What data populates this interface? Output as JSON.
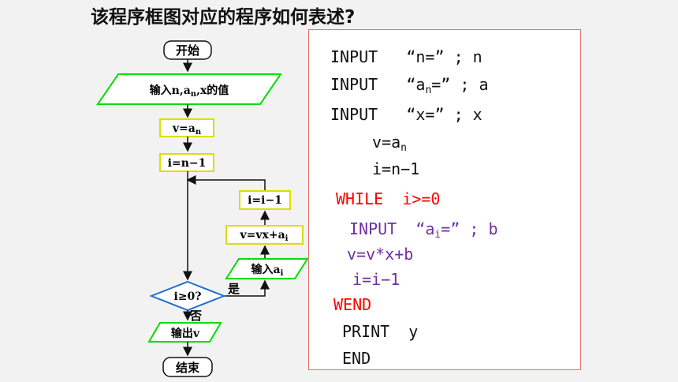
{
  "title": "该程序框图对应的程序如何表述?",
  "flowchart": {
    "start": "开始",
    "input_n": {
      "text": "输入n,a",
      "sub": "n",
      "mid": ",x的值"
    },
    "assign_v": {
      "text": "v=a",
      "sub": "n"
    },
    "assign_i": "i=n−1",
    "update_i": "i=i−1",
    "update_v": {
      "text": "v=vx+a",
      "sub": "i"
    },
    "input_ai": {
      "text": "输入a",
      "sub": "i"
    },
    "cond": "i≥0?",
    "yes": "是",
    "no": "否",
    "output": "输出v",
    "end": "结束"
  },
  "code": {
    "l1": {
      "kw": "INPUT",
      "str": "“n=”",
      "rest": "; n"
    },
    "l2": {
      "kw": "INPUT",
      "str": "“a",
      "sub": "n",
      "str2": "=”",
      "rest": "; a"
    },
    "l3": {
      "kw": "INPUT",
      "str": "“x=”",
      "rest": "; x"
    },
    "l4": {
      "text": "v=a",
      "sub": "n"
    },
    "l5": "i=n−1",
    "l6": "WHILE  i>=0",
    "l7": {
      "kw": "INPUT",
      "str": "“a",
      "sub": "i",
      "str2": "=”",
      "rest": "; b"
    },
    "l8": "v=v*x+b",
    "l9": "i=i−1",
    "l10": "WEND",
    "l11": "PRINT  y",
    "l12": "END"
  },
  "colors": {
    "accent_red": "#ff0000",
    "purple": "#7030a0",
    "shape_yellow": "#ffff00",
    "shape_green": "#00dd00",
    "shape_blue": "#1f6fd0"
  }
}
